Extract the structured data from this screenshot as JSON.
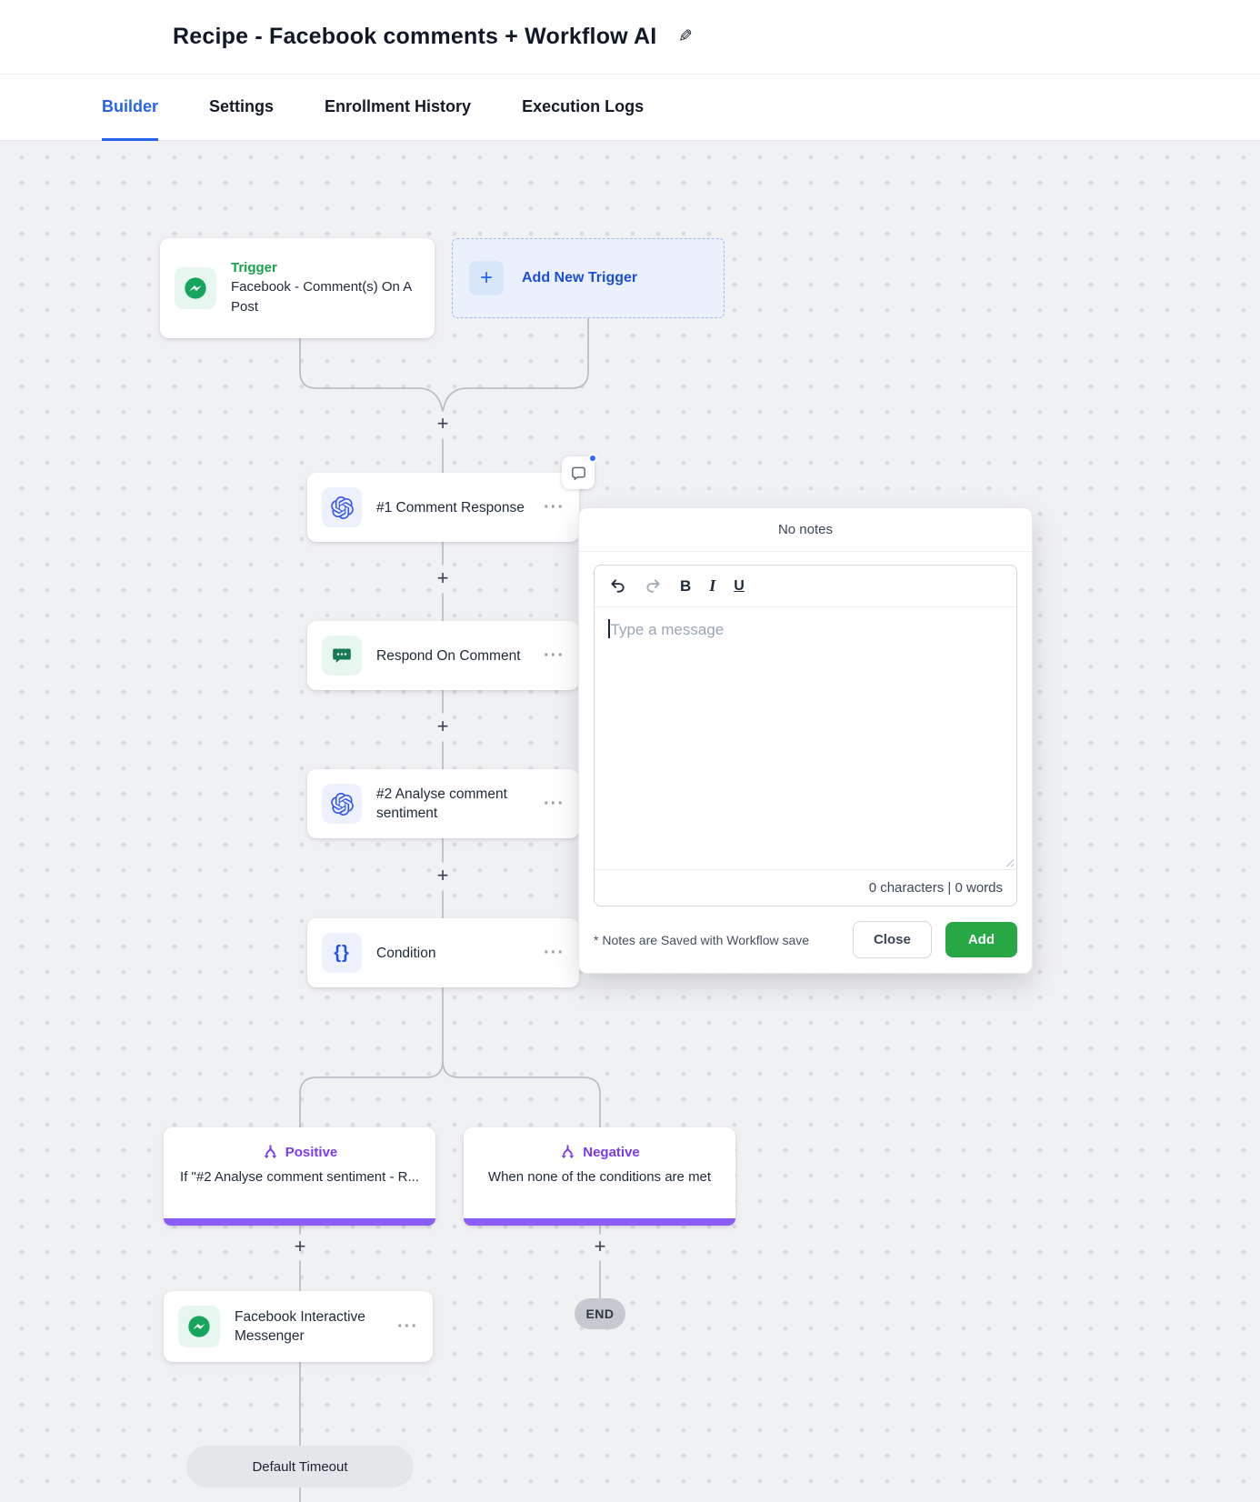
{
  "header": {
    "title": "Recipe - Facebook comments + Workflow AI"
  },
  "tabs": [
    {
      "label": "Builder",
      "active": true
    },
    {
      "label": "Settings",
      "active": false
    },
    {
      "label": "Enrollment History",
      "active": false
    },
    {
      "label": "Execution Logs",
      "active": false
    }
  ],
  "icons": {
    "plus": "+",
    "edit": "✎",
    "ellipsis": "···",
    "braces": "{}"
  },
  "canvas": {
    "trigger": {
      "label": "Trigger",
      "title": "Facebook - Comment(s) On A Post"
    },
    "add_new_trigger": {
      "label": "Add New Trigger"
    },
    "nodes": [
      {
        "title": "#1 Comment Response",
        "icon": "openai-icon"
      },
      {
        "title": "Respond On Comment",
        "icon": "comment-icon"
      },
      {
        "title": "#2 Analyse comment sentiment",
        "icon": "openai-icon"
      },
      {
        "title": "Condition",
        "icon": "braces-icon"
      }
    ],
    "branches": [
      {
        "label": "Positive",
        "description": "If \"#2 Analyse comment sentiment - R..."
      },
      {
        "label": "Negative",
        "description": "When none of the conditions are met"
      }
    ],
    "messenger_node": {
      "title": "Facebook Interactive Messenger"
    },
    "end_label": "END",
    "default_timeout_label": "Default Timeout"
  },
  "notes_popup": {
    "header": "No notes",
    "placeholder": "Type a message",
    "char_count": "0 characters | 0 words",
    "footnote": "* Notes are Saved with Workflow save",
    "close_label": "Close",
    "add_label": "Add"
  },
  "colors": {
    "accent_blue": "#2563eb",
    "link_blue": "#1d4ed8",
    "trigger_green": "#16a34a",
    "add_green": "#28a745",
    "purple": "#7c3aed",
    "line_gray": "#b6bac1"
  }
}
